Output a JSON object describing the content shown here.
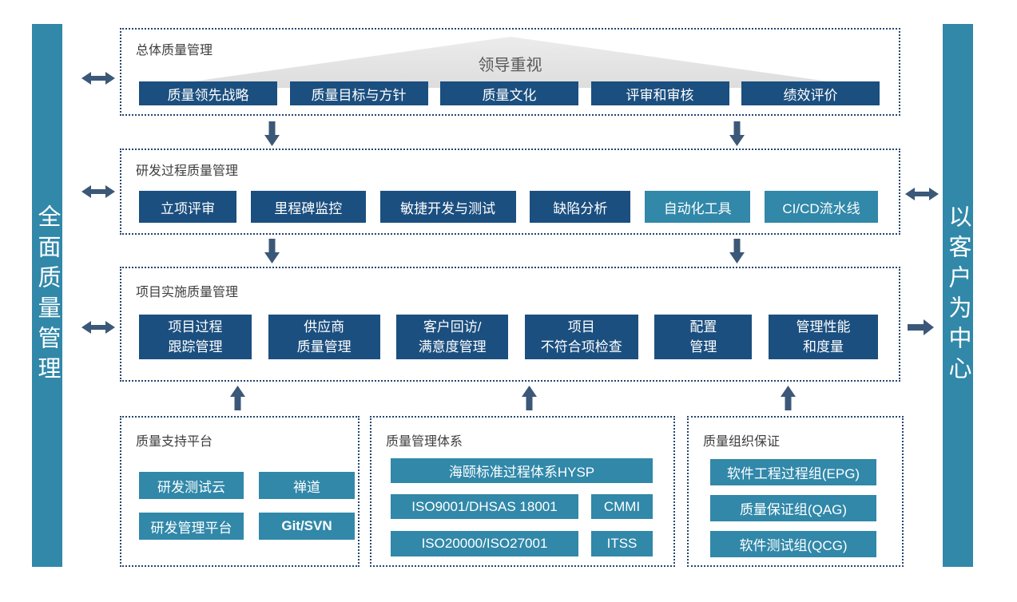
{
  "side_bars": {
    "left": "全面质量管理",
    "right": "以客户为中心"
  },
  "overall": {
    "title": "总体质量管理",
    "banner": "领导重视",
    "items": [
      "质量领先战略",
      "质量目标与方针",
      "质量文化",
      "评审和审核",
      "绩效评价"
    ]
  },
  "rd_process": {
    "title": "研发过程质量管理",
    "items": [
      "立项评审",
      "里程碑监控",
      "敏捷开发与测试",
      "缺陷分析",
      "自动化工具",
      "CI/CD流水线"
    ]
  },
  "project_impl": {
    "title": "项目实施质量管理",
    "items": [
      {
        "line1": "项目过程",
        "line2": "跟踪管理"
      },
      {
        "line1": "供应商",
        "line2": "质量管理"
      },
      {
        "line1": "客户回访/",
        "line2": "满意度管理"
      },
      {
        "line1": "项目",
        "line2": "不符合项检查"
      },
      {
        "line1": "配置",
        "line2": "管理"
      },
      {
        "line1": "管理性能",
        "line2": "和度量"
      }
    ]
  },
  "support_platform": {
    "title": "质量支持平台",
    "items": [
      "研发测试云",
      "禅道",
      "研发管理平台",
      "Git/SVN"
    ]
  },
  "quality_system": {
    "title": "质量管理体系",
    "wide_item": "海颐标准过程体系HYSP",
    "rows": [
      {
        "left": "ISO9001/DHSAS 18001",
        "right": "CMMI"
      },
      {
        "left": "ISO20000/ISO27001",
        "right": "ITSS"
      }
    ]
  },
  "quality_org": {
    "title": "质量组织保证",
    "items": [
      "软件工程过程组(EPG)",
      "质量保证组(QAG)",
      "软件测试组(QCG)"
    ]
  },
  "colors": {
    "navy": "#1B4F7F",
    "teal": "#3188A9",
    "arrow": "#3C5878",
    "border": "#24466E",
    "banner_bg": "#E4E4E4"
  }
}
